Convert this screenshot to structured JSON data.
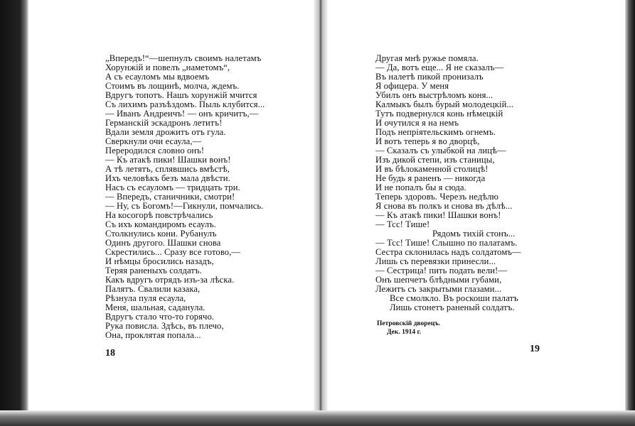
{
  "left_page": {
    "lines": [
      "„Впередъ!“—шепнулъ своимъ налетамъ",
      "Хорунжій и повелъ „наметомъ“,",
      "А съ есауломъ мы вдвоемъ",
      "Стоимъ въ лощинѣ, молча, ждемъ.",
      "Вдругъ топотъ. Нашъ хорунжій мчится",
      "Съ лихимъ разъѣздомъ. Пыль клубится...",
      "— Иванъ Андреичъ! — онъ кричитъ,—",
      "Германскій эскадронъ летитъ!",
      "Вдали земля дрожитъ отъ гула.",
      "Сверкнули очи есаула,—",
      "Переродился словно онъ!",
      "— Къ атакѣ пики! Шашки вонъ!",
      "А тѣ летятъ, сплявшись вмѣстѣ,",
      "Ихъ человѣкъ безъ мала двѣсти.",
      "Насъ съ есауломъ — тридцать три.",
      "— Впередъ, станичники, смотри!",
      "— Ну, съ Богомъ!—Гикнули, помчались.",
      "На косогорѣ повстрѣчались",
      "Съ ихъ командиромъ есаулъ.",
      "Столкнулись кони. Рубанулъ",
      "Одинъ другого. Шашки снова",
      "Скрестились... Сразу все готово,—",
      "И нѣмцы бросились назадъ,",
      "Теряя раненыхъ солдатъ.",
      "Какъ вдругъ отрядъ изъ-за лѣска.",
      "Палятъ. Свалили казака,",
      "Рѣзнула пуля есаула,",
      "Меня, шальная, саданула.",
      "Вдругъ стало что-то горячо.",
      "Рука повисла. Здѣсь, въ плечо,",
      "Она, проклятая попала..."
    ],
    "page_number": "18"
  },
  "right_page": {
    "lines": [
      "Другая мнѣ ружье помяла.",
      "— Да, вотъ еще... Я не сказалъ—",
      "Въ налетѣ пикой пронизалъ",
      "Я офицера. У меня",
      "Убилъ онъ выстрѣломъ коня...",
      "Калмыкъ былъ бурый молодецкій...",
      "Тутъ подвернулся конь нѣмецкій",
      "И очутился я на немъ",
      "Подъ непріятельскимъ огнемъ.",
      "И вотъ теперь я во дворцѣ,",
      "— Сказалъ съ улыбкой на лицѣ—",
      "Изъ дикой степи, изъ станицы,",
      "И въ бѣлокаменной столицѣ!",
      "Не будь я раненъ — никогда",
      "И не попалъ бы я сюда.",
      "Теперь здоровъ. Черезъ недѣлю",
      "Я снова въ полкъ и снова въ дѣлѣ...",
      "— Къ атакѣ пики! Шашки вонъ!",
      "— Тсс! Тише!",
      "Рядомъ тихій стонъ...",
      "— Тсс! Тише! Слышно по палатамъ.",
      "Сестра склонилась надъ солдатомъ—",
      "Лишь съ перевязки принесли...",
      "— Сестрица! пить подать вели!—",
      "Онъ шепчетъ блѣдными губами,",
      "Лежитъ съ закрытыми глазами...",
      "Все смолкло. Въ роскоши палатъ",
      "Лишь стонетъ раненый солдатъ."
    ],
    "signature_place": "Петровскій дворецъ.",
    "signature_date": "Дек. 1914 г.",
    "page_number": "19"
  }
}
